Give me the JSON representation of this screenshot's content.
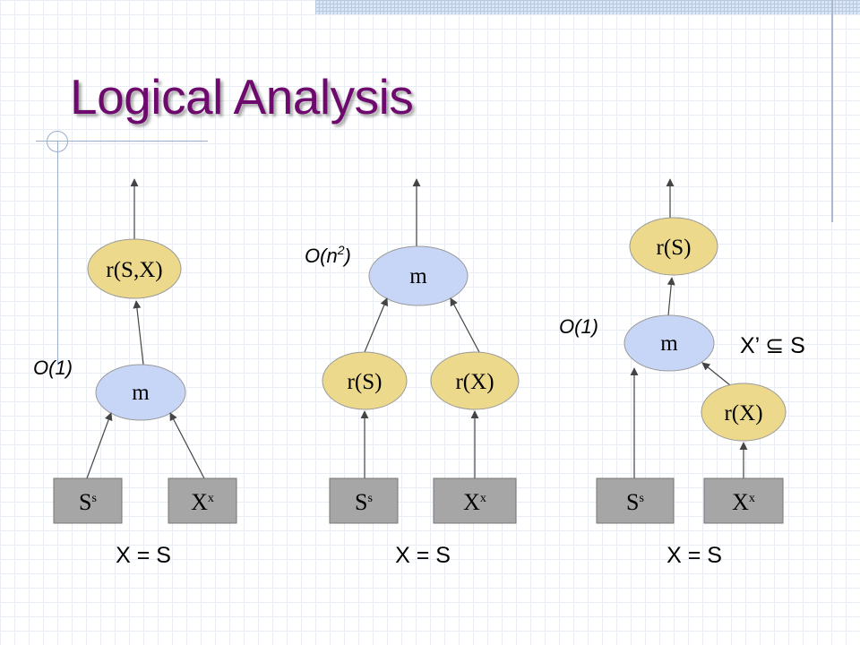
{
  "title": "Logical Analysis",
  "colors": {
    "title": "#6e0a6e",
    "result_node": "#ecd98c",
    "merge_node": "#c7d6f7",
    "input_box": "#a6a6a6"
  },
  "trees": [
    {
      "cost": "O(1)",
      "top_node": "r(S,X)",
      "merge_node": "m",
      "inputs": [
        {
          "base": "S",
          "sup": "s"
        },
        {
          "base": "X",
          "sup": "x"
        }
      ],
      "equation": "X = S"
    },
    {
      "cost": "O(n",
      "cost_sup": "2",
      "cost_close": ")",
      "merge_node": "m",
      "left_node": "r(S)",
      "right_node": "r(X)",
      "inputs": [
        {
          "base": "S",
          "sup": "s"
        },
        {
          "base": "X",
          "sup": "x"
        }
      ],
      "equation": "X = S"
    },
    {
      "cost": "O(1)",
      "top_node": "r(S)",
      "merge_node": "m",
      "right_node": "r(X)",
      "subset_note": "X’ ⊆ S",
      "inputs": [
        {
          "base": "S",
          "sup": "s"
        },
        {
          "base": "X",
          "sup": "x"
        }
      ],
      "equation": "X = S"
    }
  ]
}
